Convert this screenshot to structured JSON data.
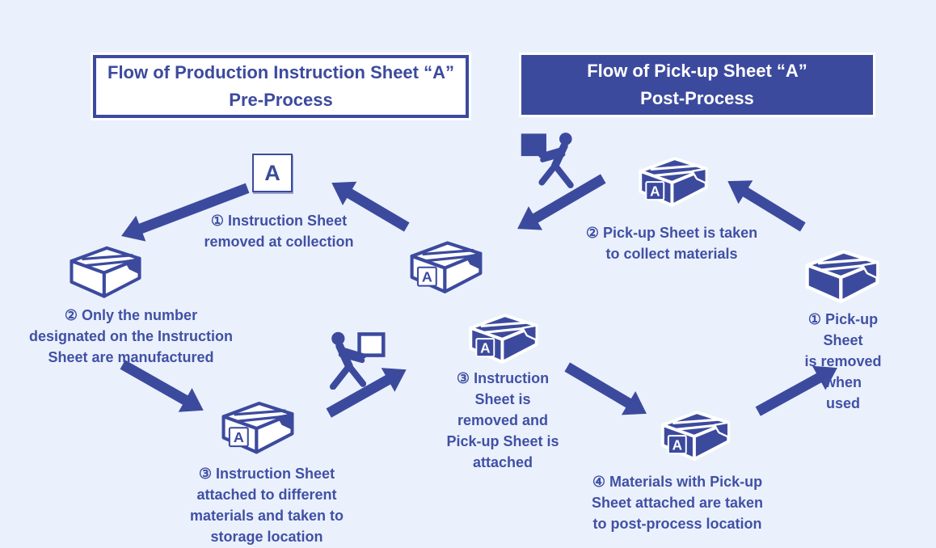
{
  "palette": {
    "background": "#eaf1fc",
    "primary_blue": "#3c4a9e",
    "text_blue": "#4150a5",
    "white": "#ffffff"
  },
  "titles": {
    "pre": "Flow of Production Instruction Sheet “A”\nPre-Process",
    "post": "Flow of Pick-up Sheet “A”\nPost-Process"
  },
  "sheet_label": "A",
  "pre_steps": {
    "step1": "① Instruction Sheet\nremoved at collection",
    "step2": "② Only the number\ndesignated on the Instruction\nSheet are manufactured",
    "step3": "③ Instruction Sheet\nattached to different\nmaterials and taken to\nstorage location"
  },
  "post_steps": {
    "step1": "① Pick-up Sheet\nis removed when\nused",
    "step2": "② Pick-up Sheet is taken\nto collect materials",
    "step3": "③ Instruction\nSheet is\nremoved and\nPick-up Sheet is\nattached",
    "step4": "④ Materials with Pick-up\nSheet attached are taken\nto post-process location"
  },
  "icons": {
    "sheet": "instruction-sheet-a-icon",
    "box_outline": "carton-box-outline-icon",
    "box_filled": "carton-box-filled-icon",
    "worker": "worker-carrying-box-icon",
    "arrow": "flow-arrow-icon"
  }
}
